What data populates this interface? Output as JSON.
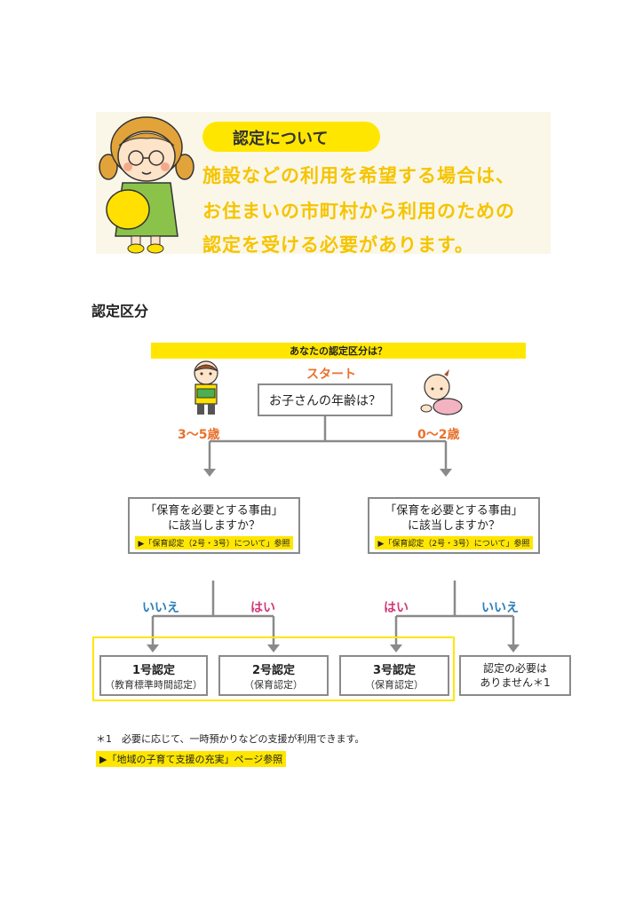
{
  "banner": {
    "pill_label": "認定について",
    "lines": [
      "施設などの利用を希望する場合は、",
      "お住まいの市町村から利用のための",
      "認定を受ける必要があります。"
    ]
  },
  "section_title": "認定区分",
  "flow": {
    "question_bar": "あなたの認定区分は？",
    "start_label": "スタート",
    "age_question": "お子さんの年齢は？",
    "age_left": "3〜5歳",
    "age_right": "0〜2歳",
    "reason_line1": "「保育を必要とする事由」",
    "reason_line2": "に該当しますか？",
    "reason_ref": "▶「保育認定（2号・3号）について」参照",
    "answer_no": "いいえ",
    "answer_yes": "はい",
    "results": [
      {
        "title": "1号認定",
        "sub": "（教育標準時間認定）"
      },
      {
        "title": "2号認定",
        "sub": "（保育認定）"
      },
      {
        "title": "3号認定",
        "sub": "（保育認定）"
      }
    ],
    "no_need_line1": "認定の必要は",
    "no_need_line2": "ありません＊1"
  },
  "footnote": "＊1　必要に応じて、一時預かりなどの支援が利用できます。",
  "footer_ref": "▶「地域の子育て支援の充実」ページ参照",
  "colors": {
    "accent_yellow": "#ffe600",
    "banner_text": "#f5c400",
    "orange": "#e8712c",
    "no_blue": "#2b7fb8",
    "yes_pink": "#d13a7a",
    "line_gray": "#8a8a8a"
  }
}
